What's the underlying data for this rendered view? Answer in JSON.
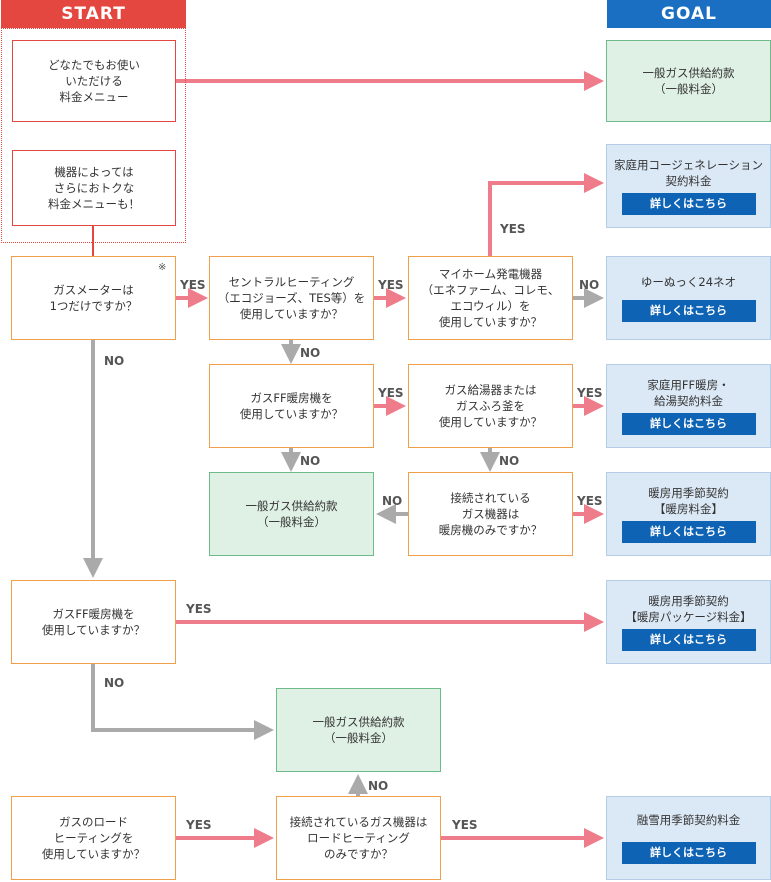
{
  "header": {
    "start": "START",
    "goal": "GOAL"
  },
  "colors": {
    "accent_red": "#e4473f",
    "goal_blue": "#1a6fc2",
    "button_blue": "#0e63b5",
    "gray_arrow": "#aaaaaa",
    "pink_arrow": "#ef7c8a"
  },
  "start": {
    "menu_all": "どなたでもお使い\nいただける\n料金メニュー",
    "menu_device": "機器によっては\nさらにおトクな\n料金メニューも！"
  },
  "questions": {
    "q_meter": "ガスメーターは\n1つだけですか？",
    "q_meter_note": "※",
    "q_central": "セントラルヒーティング\n（エコジョーズ、TES等）を\n使用していますか？",
    "q_myhome": "マイホーム発電機器\n（エネファーム、コレモ、\nエコウィル）を\n使用していますか？",
    "q_ff1": "ガスFF暖房機を\n使用していますか？",
    "q_water": "ガス給湯器または\nガスふろ釜を\n使用していますか？",
    "q_only_heat": "接続されている\nガス機器は\n暖房機のみですか？",
    "q_ff2": "ガスFF暖房機を\n使用していますか？",
    "q_road": "ガスのロード\nヒーティングを\n使用していますか？",
    "q_only_road": "接続されているガス機器は\nロードヒーティング\nのみですか？"
  },
  "results": {
    "general_top": "一般ガス供給約款\n（一般料金）",
    "general_mid": "一般ガス供給約款\n（一般料金）",
    "general_bottom": "一般ガス供給約款\n（一般料金）"
  },
  "goals": [
    {
      "title": "家庭用コージェネレーション\n契約料金",
      "button": "詳しくはこちら"
    },
    {
      "title": "ゆーぬっく24ネオ",
      "button": "詳しくはこちら"
    },
    {
      "title": "家庭用FF暖房・\n給湯契約料金",
      "button": "詳しくはこちら"
    },
    {
      "title": "暖房用季節契約\n【暖房料金】",
      "button": "詳しくはこちら"
    },
    {
      "title": "暖房用季節契約\n【暖房パッケージ料金】",
      "button": "詳しくはこちら"
    },
    {
      "title": "融雪用季節契約料金",
      "button": "詳しくはこちら"
    }
  ],
  "labels": {
    "yes": "YES",
    "no": "NO"
  }
}
